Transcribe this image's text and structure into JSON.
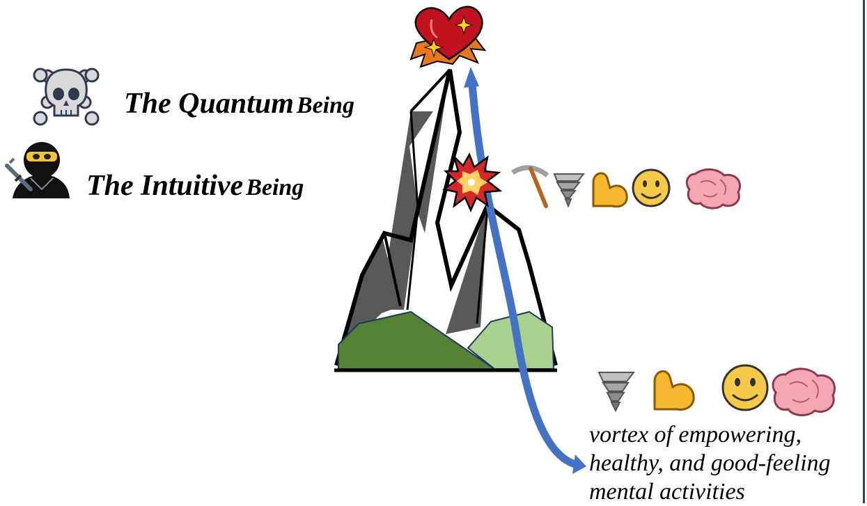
{
  "labels": {
    "quantum_main": "The Quantum",
    "quantum_suffix": "Being",
    "intuitive_main": "The Intuitive",
    "intuitive_suffix": "Being"
  },
  "caption": {
    "line1": "vortex of empowering,",
    "line2": "healthy, and good-feeling",
    "line3": "mental activities"
  },
  "icons": {
    "quantum": "skull-crossbones-icon",
    "intuitive": "ninja-icon",
    "summit": "sparkling-heart-icon",
    "midpoint": "collision-icon",
    "mid_row": [
      "pick-icon",
      "tornado-icon",
      "flexed-biceps-icon",
      "smiley-icon",
      "brain-icon"
    ],
    "base_row": [
      "tornado-icon",
      "flexed-biceps-icon",
      "smiley-icon",
      "brain-icon"
    ]
  },
  "colors": {
    "arrow": "#4472c4",
    "rock_dark": "#595959",
    "hill_dark": "#548235",
    "hill_light": "#a9d18e"
  }
}
